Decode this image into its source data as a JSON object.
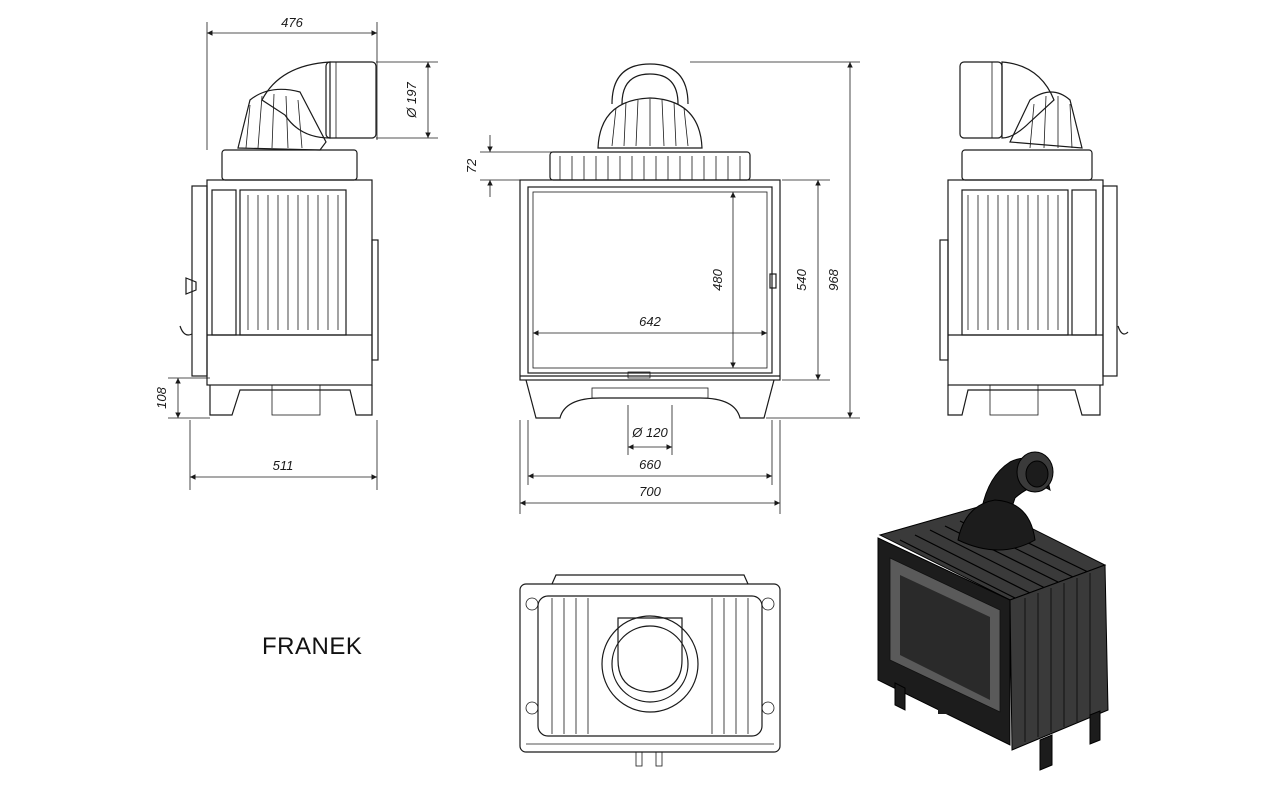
{
  "model_name": "FRANEK",
  "dimensions": {
    "side_top_width": "476",
    "side_flue_diameter": "Ø 197",
    "side_foot_height": "108",
    "side_depth": "511",
    "front_top_offset": "72",
    "front_glass_height": "480",
    "front_door_height": "540",
    "front_total_height": "968",
    "front_glass_width": "642",
    "front_air_inlet_diameter": "Ø 120",
    "front_body_width": "660",
    "front_total_width": "700"
  },
  "colors": {
    "line": "#1a1a1a",
    "render_dark": "#1c1c1c",
    "render_mid": "#3a3a3a",
    "background": "#ffffff"
  }
}
